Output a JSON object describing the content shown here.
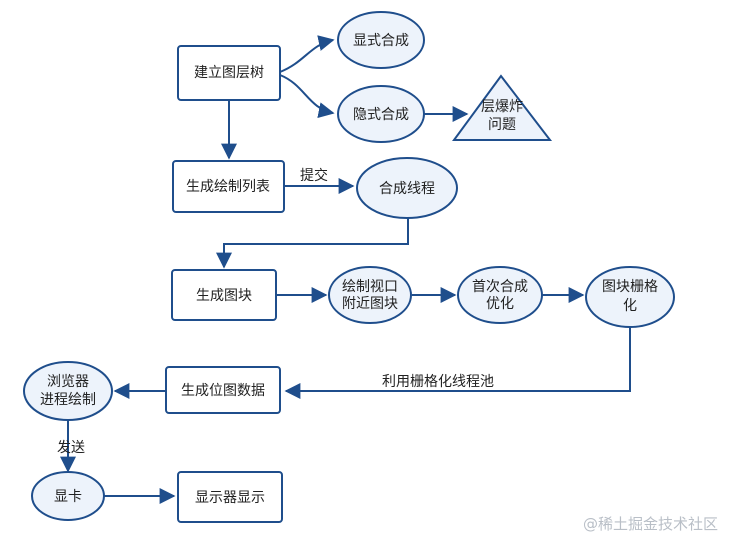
{
  "colors": {
    "stroke": "#1f4e8c",
    "ellipse_fill": "#edf3fb",
    "box_fill": "#ffffff",
    "text": "#222222",
    "watermark": "#b9bfc7"
  },
  "nodes": {
    "build_layer_tree": "建立图层树",
    "explicit_compositing": "显式合成",
    "implicit_compositing": "隐式合成",
    "layer_explosion_line1": "层爆炸",
    "layer_explosion_line2": "问题",
    "paint_list": "生成绘制列表",
    "compositor_thread": "合成线程",
    "tiles": "生成图块",
    "viewport_tiles_line1": "绘制视口",
    "viewport_tiles_line2": "附近图块",
    "first_composite_line1": "首次合成",
    "first_composite_line2": "优化",
    "tile_raster_line1": "图块栅格",
    "tile_raster_line2": "化",
    "bitmap": "生成位图数据",
    "browser_process_line1": "浏览器",
    "browser_process_line2": "进程绘制",
    "gpu": "显卡",
    "display": "显示器显示"
  },
  "edge_labels": {
    "submit": "提交",
    "raster_pool": "利用栅格化线程池",
    "send": "发送"
  },
  "watermark": "@稀土掘金技术社区"
}
